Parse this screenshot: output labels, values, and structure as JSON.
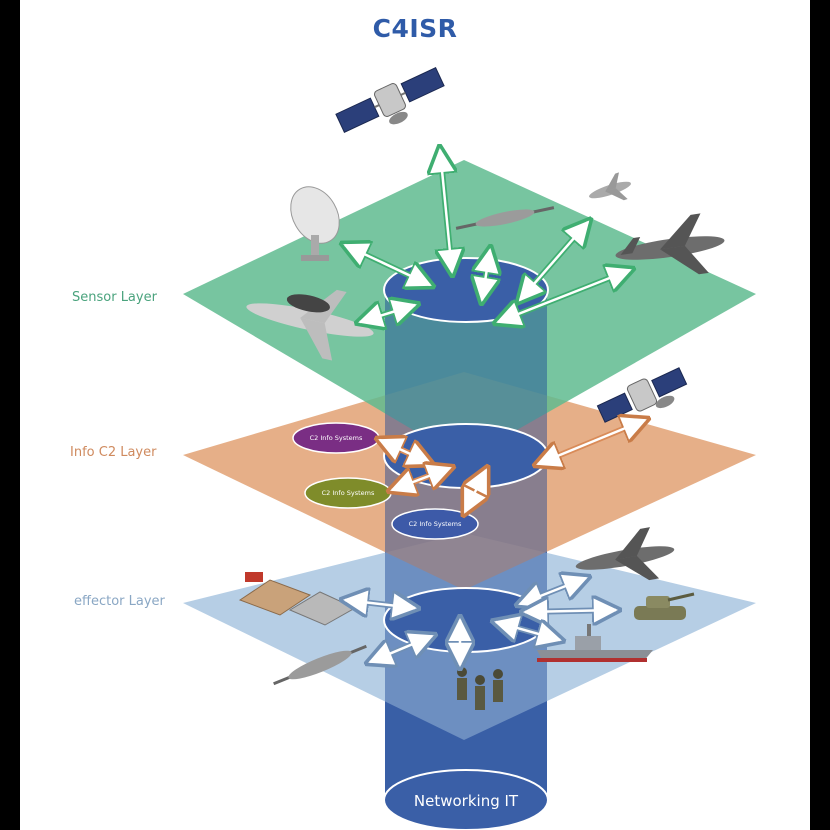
{
  "title": "C4ISR",
  "layers": {
    "sensor": "Sensor Layer",
    "info_c2": "Info C2 Layer",
    "effector": "effector Layer"
  },
  "c2_nodes": [
    "C2 Info Systems",
    "C2 Info Systems",
    "C2 Info Systems"
  ],
  "networking_label": "Networking IT",
  "colors": {
    "title": "#2f5ba8",
    "sensor_layer": "#5fbb8f",
    "c2_layer": "#e2a173",
    "effector_layer": "#a9c6e0",
    "column": "#3a5fa7",
    "arrow_sensor": "#3fae71",
    "arrow_c2": "#d98b58",
    "node_purple": "#7a2e84",
    "node_olive": "#7f8c2a",
    "node_blue": "#3d5aa8"
  }
}
